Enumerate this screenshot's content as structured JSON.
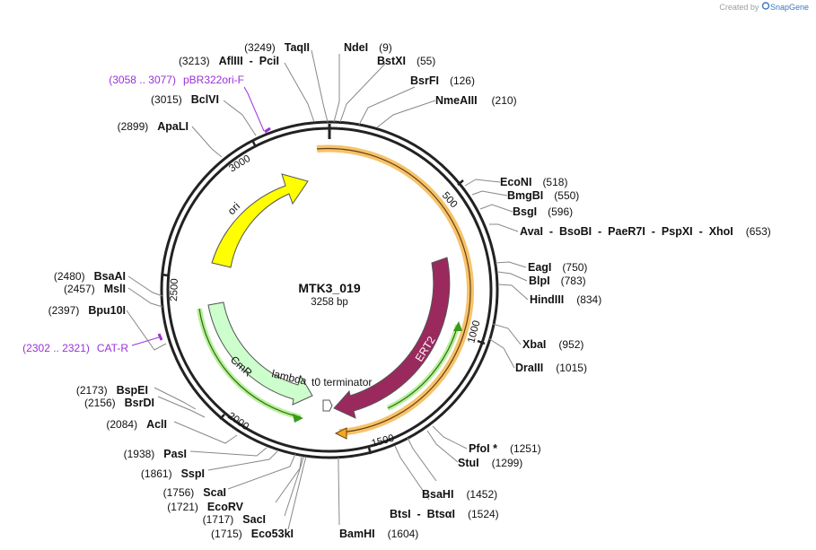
{
  "credit": {
    "prefix": "Created by",
    "brand": "SnapGene"
  },
  "plasmid": {
    "name": "MTK3_019",
    "length_label": "3258 bp",
    "length": 3258
  },
  "colors": {
    "ori": "#ffff00",
    "cmr": "#ccffcc",
    "ert2": "#9a2a5e",
    "orange": "#f5a623",
    "green": "#3a9a1a",
    "primer": "#9b30d9"
  },
  "ticks": [
    {
      "label": "500",
      "bp": 500
    },
    {
      "label": "1000",
      "bp": 1000
    },
    {
      "label": "1500",
      "bp": 1500
    },
    {
      "label": "2000",
      "bp": 2000
    },
    {
      "label": "2500",
      "bp": 2500
    },
    {
      "label": "3000",
      "bp": 3000
    }
  ],
  "features": [
    {
      "name": "ori",
      "type": "arrow"
    },
    {
      "name": "CmR",
      "type": "arrow"
    },
    {
      "name": "ERT2",
      "type": "arrow"
    },
    {
      "name": "lambda t0 terminator",
      "type": "terminator"
    }
  ],
  "enzymes": [
    {
      "name": "NdeI",
      "pos": "(9)"
    },
    {
      "name": "BstXI",
      "pos": "(55)"
    },
    {
      "name": "BsrFI",
      "pos": "(126)"
    },
    {
      "name": "NmeAIII",
      "pos": "(210)"
    },
    {
      "name": "EcoNI",
      "pos": "(518)"
    },
    {
      "name": "BmgBI",
      "pos": "(550)"
    },
    {
      "name": "BsgI",
      "pos": "(596)"
    },
    {
      "name": "AvaI  -  BsoBI  -  PaeR7I  -  PspXI  -  XhoI",
      "pos": "(653)"
    },
    {
      "name": "EagI",
      "pos": "(750)"
    },
    {
      "name": "BlpI",
      "pos": "(783)"
    },
    {
      "name": "HindIII",
      "pos": "(834)"
    },
    {
      "name": "XbaI",
      "pos": "(952)"
    },
    {
      "name": "DraIII",
      "pos": "(1015)"
    },
    {
      "name": "PfoI *",
      "pos": "(1251)"
    },
    {
      "name": "StuI",
      "pos": "(1299)"
    },
    {
      "name": "BsaHI",
      "pos": "(1452)"
    },
    {
      "name": "BtsI  -  BtsαI",
      "pos": "(1524)"
    },
    {
      "name": "BamHI",
      "pos": "(1604)"
    },
    {
      "name": "Eco53kI",
      "pos": "(1715)"
    },
    {
      "name": "SacI",
      "pos": "(1717)"
    },
    {
      "name": "EcoRV",
      "pos": "(1721)"
    },
    {
      "name": "ScaI",
      "pos": "(1756)"
    },
    {
      "name": "SspI",
      "pos": "(1861)"
    },
    {
      "name": "PasI",
      "pos": "(1938)"
    },
    {
      "name": "AclI",
      "pos": "(2084)"
    },
    {
      "name": "BsrDI",
      "pos": "(2156)"
    },
    {
      "name": "BspEI",
      "pos": "(2173)"
    },
    {
      "name": "Bpu10I",
      "pos": "(2397)"
    },
    {
      "name": "MslI",
      "pos": "(2457)"
    },
    {
      "name": "BsaAI",
      "pos": "(2480)"
    },
    {
      "name": "ApaLI",
      "pos": "(2899)"
    },
    {
      "name": "BclVI",
      "pos": "(3015)"
    },
    {
      "name": "AflIII  -  PciI",
      "pos": "(3213)"
    },
    {
      "name": "TaqII",
      "pos": "(3249)"
    }
  ],
  "primers": [
    {
      "name": "pBR322ori-F",
      "range": "(3058 .. 3077)"
    },
    {
      "name": "CAT-R",
      "range": "(2302 .. 2321)"
    }
  ]
}
